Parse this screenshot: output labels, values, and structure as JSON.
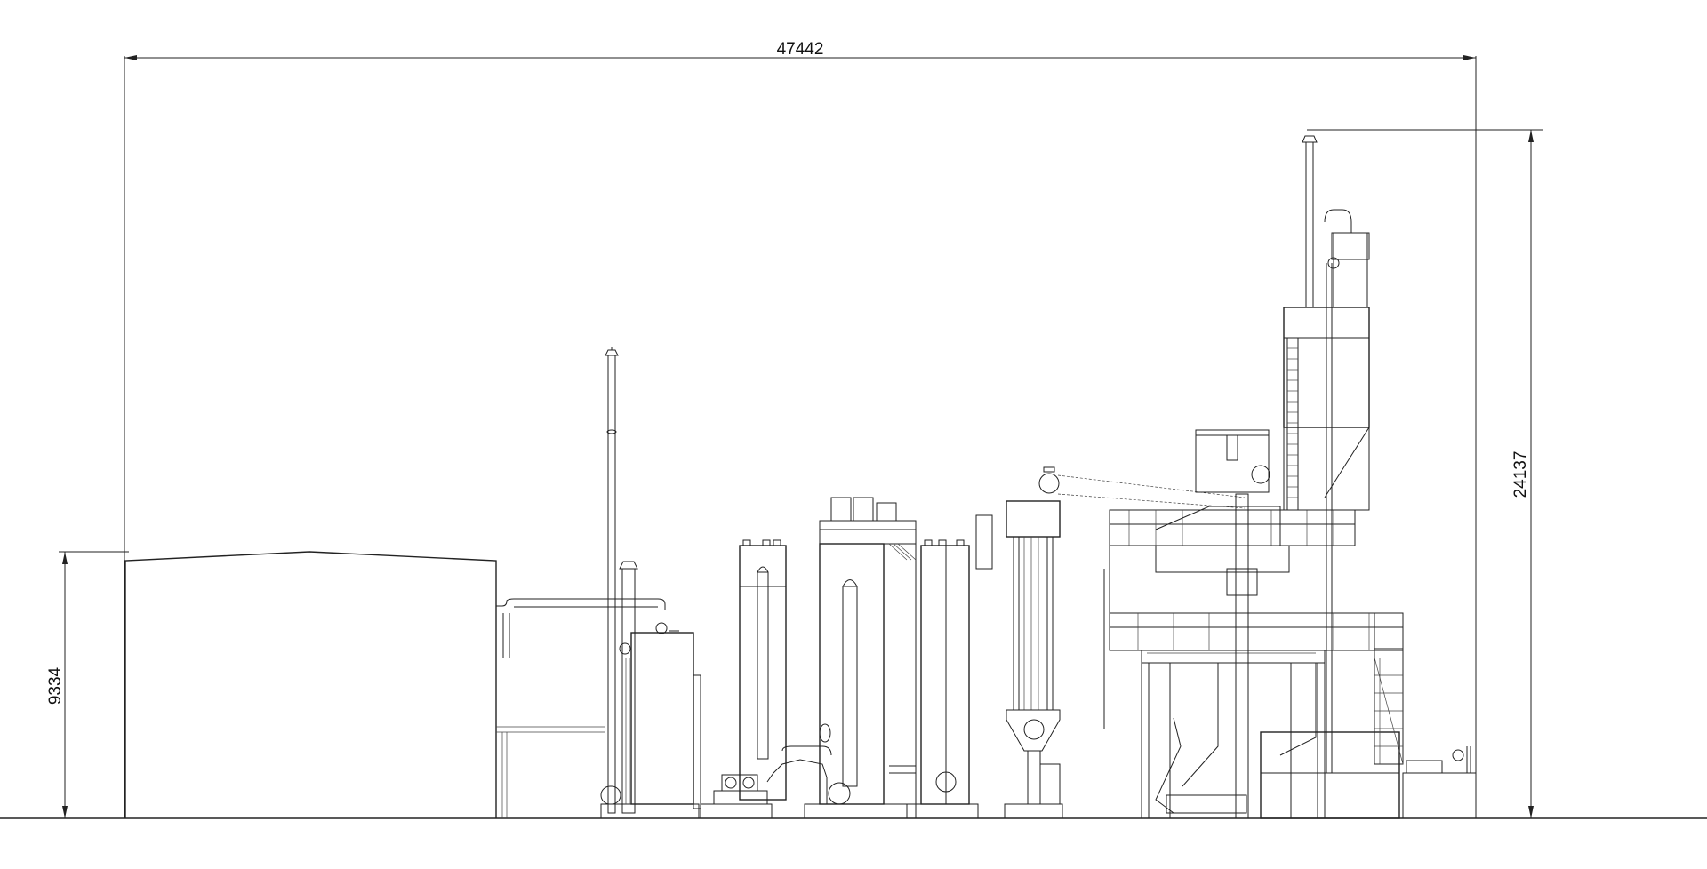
{
  "dimensions": {
    "overall_width": "47442",
    "overall_height": "24137",
    "building_height": "9334"
  },
  "colors": {
    "line": "#222222",
    "background": "#ffffff"
  }
}
